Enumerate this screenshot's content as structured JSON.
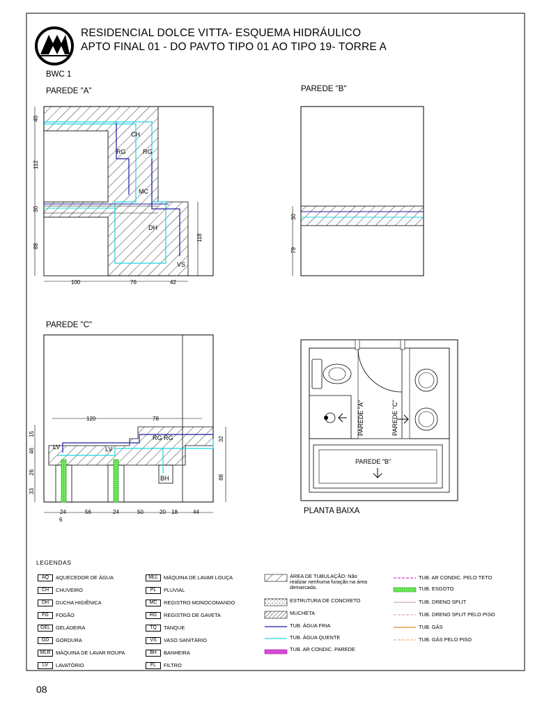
{
  "header": {
    "title_line1": "RESIDENCIAL DOLCE VITTA- ESQUEMA HIDRÁULICO",
    "title_line2": "APTO FINAL 01 - DO PAVTO TIPO 01 AO TIPO 19- TORRE A"
  },
  "section": "BWC 1",
  "walls": {
    "a": {
      "title": "PAREDE \"A\"",
      "labels": [
        "CH",
        "RG",
        "RG",
        "MC",
        "DH",
        "VS"
      ],
      "dims_vertical": [
        "40",
        "112",
        "30",
        "88"
      ],
      "dims_right": "118",
      "dims_horizontal": [
        "100",
        "76",
        "42"
      ]
    },
    "b": {
      "title": "PAREDE \"B\"",
      "dims_vertical": [
        "30",
        "79"
      ]
    },
    "c": {
      "title": "PAREDE \"C\"",
      "labels": [
        "LV",
        "LV",
        "RG",
        "RG",
        "BH"
      ],
      "dims_vertical": [
        "15",
        "46",
        "26",
        "33"
      ],
      "dims_right": [
        "32",
        "88"
      ],
      "dims_top": [
        "120",
        "78"
      ],
      "dims_horizontal": [
        "24",
        "56",
        "24",
        "50",
        "20",
        "18",
        "44"
      ],
      "dim_extra": "6"
    }
  },
  "plan": {
    "title": "PLANTA BAIXA",
    "wall_a": "PAREDE \"A\"",
    "wall_b": "PAREDE \"B\"",
    "wall_c": "PAREDE \"C\""
  },
  "legend": {
    "title": "LEGENDAS",
    "codes": [
      {
        "code": "AQ",
        "label": "AQUECEDOR DE ÁGUA"
      },
      {
        "code": "CH",
        "label": "CHUVEIRO"
      },
      {
        "code": "DH",
        "label": "DUCHA HIGIÊNICA"
      },
      {
        "code": "FG",
        "label": "FOGÃO"
      },
      {
        "code": "GEL",
        "label": "GELADEIRA"
      },
      {
        "code": "GD",
        "label": "GORDURA"
      },
      {
        "code": "MLR",
        "label": "MÁQUINA DE LAVAR ROUPA"
      },
      {
        "code": "LV",
        "label": "LAVATÓRIO"
      }
    ],
    "codes2": [
      {
        "code": "MLL",
        "label": "MÁQUINA DE LAVAR LOUÇA"
      },
      {
        "code": "PL",
        "label": "PLUVIAL"
      },
      {
        "code": "MC",
        "label": "REGISTRO MONOCOMANDO"
      },
      {
        "code": "RG",
        "label": "REGISTRO DE GAVETA"
      },
      {
        "code": "TQ",
        "label": "TANQUE"
      },
      {
        "code": "VS",
        "label": "VASO SANITÁRIO"
      },
      {
        "code": "BH",
        "label": "BANHEIRA"
      },
      {
        "code": "FL",
        "label": "FILTRO"
      }
    ],
    "symbols": [
      {
        "label": "ÁREA DE TUBULAÇÃO: Não realizar nenhuma furação na área demarcada."
      },
      {
        "label": "ESTRUTURA DE CONCRETO"
      },
      {
        "label": "MUCHETA"
      },
      {
        "label": "TUB. ÁGUA FRIA",
        "color": "#1a1aa0"
      },
      {
        "label": "TUB. ÁGUA QUENTE",
        "color": "#19d6e0"
      },
      {
        "label": "TUB. AR CONDIC. PAREDE",
        "color": "#c21ab5"
      }
    ],
    "lines": [
      {
        "label": "TUB. AR CONDIC. PELO TETO",
        "color": "#c21ab5"
      },
      {
        "label": "TUB. ESGOTO",
        "color": "#55e04a"
      },
      {
        "label": "TUB. DRENO SPLIT",
        "color": "#b99a9a"
      },
      {
        "label": "TUB. DRENO SPLIT PELO PISO",
        "color": "#d79aa0"
      },
      {
        "label": "TUB. GÁS",
        "color": "#d98a2a"
      },
      {
        "label": "TUB. GÁS PELO PISO",
        "color": "#e0a060"
      }
    ]
  },
  "page_number": "08"
}
